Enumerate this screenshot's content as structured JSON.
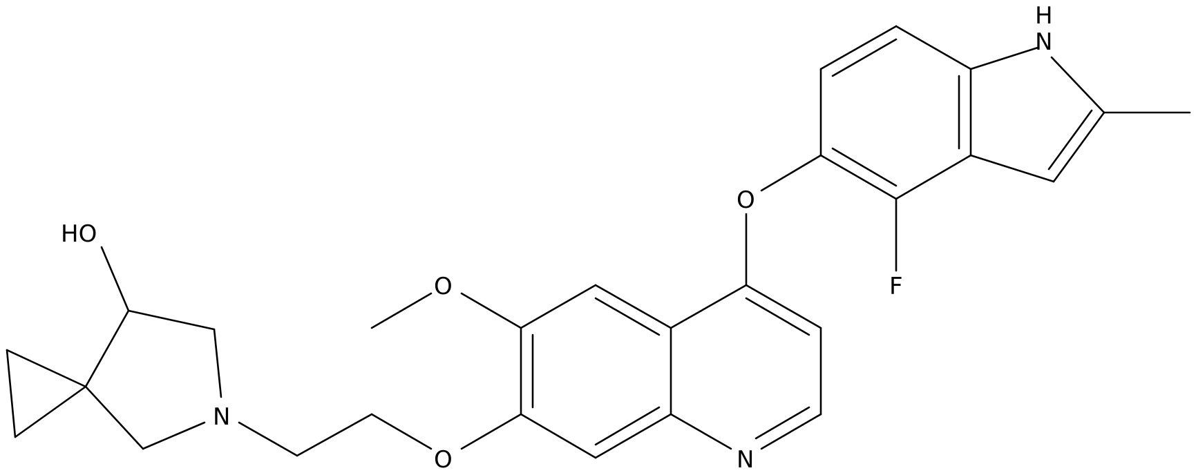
{
  "structure": {
    "atom_labels": {
      "hydroxyl": "HO",
      "pyrrolidine_n": "N",
      "ether_o_chain": "O",
      "methoxy_o": "O",
      "quinoline_n": "N",
      "aryl_ether_o": "O",
      "fluorine": "F",
      "indole_nh_n": "N",
      "indole_nh_h": "H"
    }
  },
  "colors": {
    "stroke": "#000000",
    "background": "#ffffff"
  }
}
